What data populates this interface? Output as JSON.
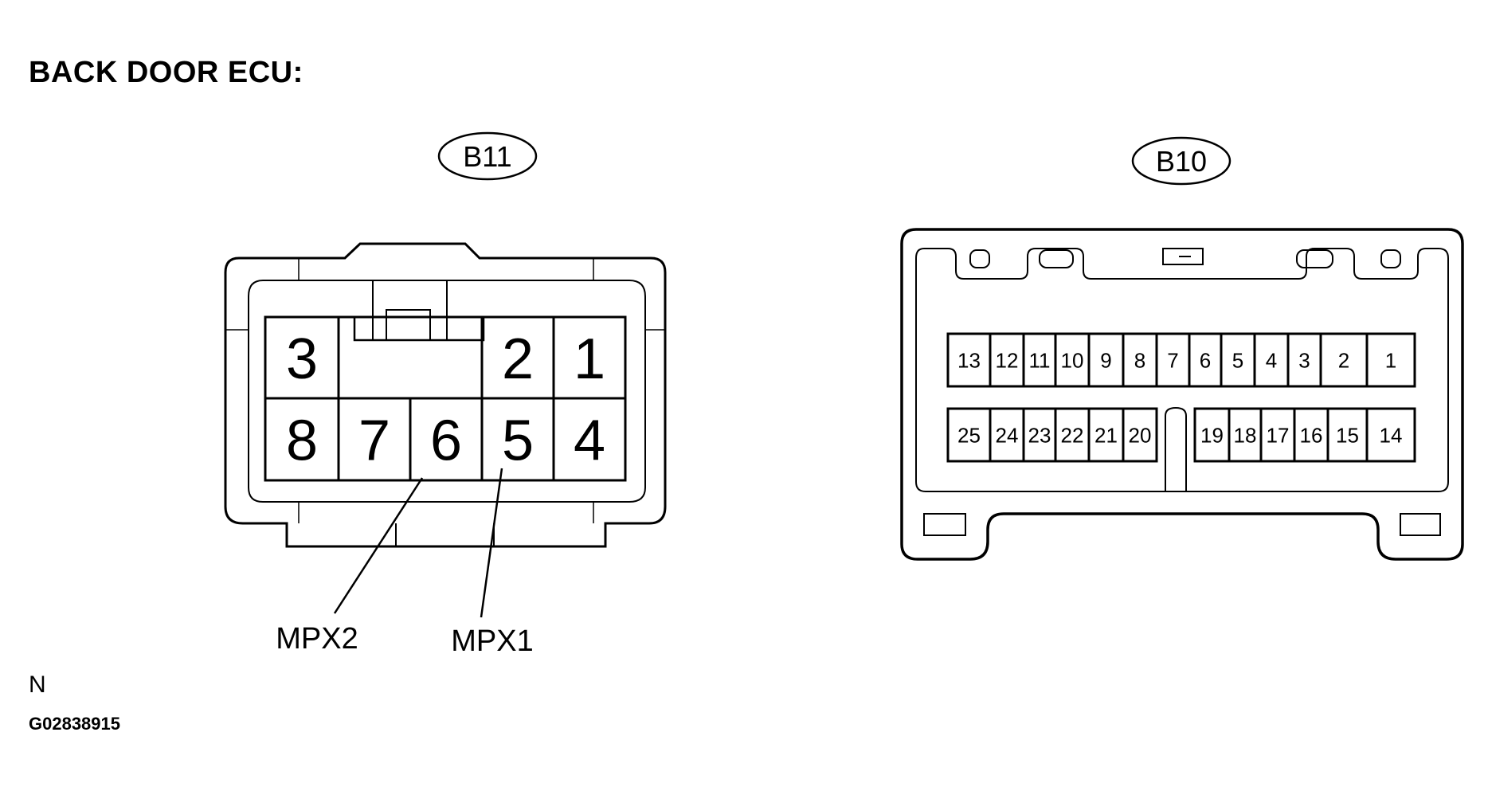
{
  "title": "BACK DOOR ECU:",
  "connectors": {
    "b11": {
      "label": "B11",
      "pins_top": [
        "3",
        "2",
        "1"
      ],
      "pins_bottom": [
        "8",
        "7",
        "6",
        "5",
        "4"
      ],
      "callouts": [
        {
          "pin": "6",
          "signal": "MPX2"
        },
        {
          "pin": "5",
          "signal": "MPX1"
        }
      ]
    },
    "b10": {
      "label": "B10",
      "pins_row1": [
        "13",
        "12",
        "11",
        "10",
        "9",
        "8",
        "7",
        "6",
        "5",
        "4",
        "3",
        "2",
        "1"
      ],
      "pins_row2_left": [
        "25",
        "24",
        "23",
        "22",
        "21",
        "20"
      ],
      "pins_row2_right": [
        "19",
        "18",
        "17",
        "16",
        "15",
        "14"
      ]
    }
  },
  "footer": {
    "mark": "N",
    "figure_code": "G02838915"
  }
}
